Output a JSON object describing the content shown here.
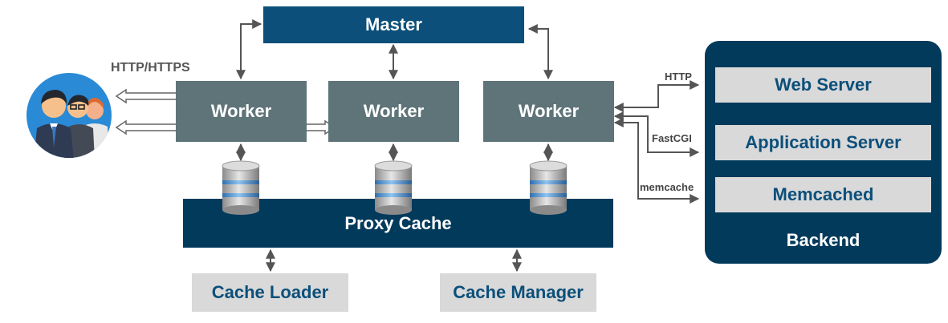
{
  "master": "Master",
  "workers": [
    "Worker",
    "Worker",
    "Worker"
  ],
  "proxy_cache": "Proxy Cache",
  "cache_loader": "Cache Loader",
  "cache_manager": "Cache Manager",
  "protocol_label": "HTTP/HTTPS",
  "backend": {
    "title": "Backend",
    "services": [
      "Web Server",
      "Application Server",
      "Memcached"
    ],
    "links": [
      "HTTP",
      "FastCGI",
      "memcache"
    ]
  },
  "colors": {
    "primary": "#0b4f7a",
    "dark": "#023a5c",
    "worker": "#5f7479",
    "light_box": "#d9d9d9"
  }
}
